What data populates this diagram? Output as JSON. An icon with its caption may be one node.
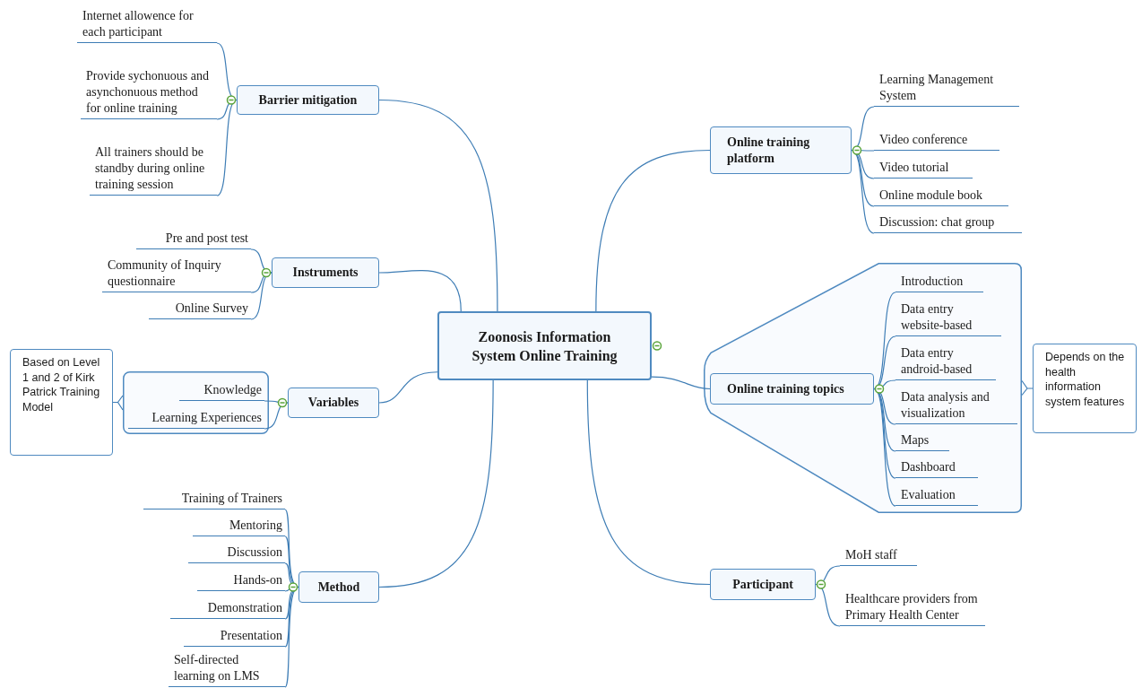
{
  "diagram": {
    "nodes": [
      {
        "text": [
          "Zoonosis Information System Online Training"
        ]
      },
      {
        "text": [
          "Barrier mitigation"
        ]
      },
      {
        "text": [
          "Internet allowence for each participant"
        ]
      },
      {
        "text": [
          "Provide sychonuous and asynchonuous method for online training"
        ]
      },
      {
        "text": [
          "All trainers should be standby during online training session"
        ]
      },
      {
        "text": [
          "Instruments"
        ]
      },
      {
        "text": [
          "Pre and post test"
        ]
      },
      {
        "text": [
          "Community of Inquiry questionnaire"
        ]
      },
      {
        "text": [
          "Online Survey"
        ]
      },
      {
        "text": [
          "Variables"
        ]
      },
      {
        "text": [],
        "shape": "box"
      },
      {
        "text": [
          "Knowledge"
        ],
        "in": 10
      },
      {
        "text": [
          "Learning Experiences"
        ],
        "in": 10
      },
      {
        "text": [
          "Based on Level 1 and 2 of Kirk Patrick Training Model"
        ]
      },
      {
        "text": [
          "Method"
        ]
      },
      {
        "text": [
          "Training of Trainers"
        ]
      },
      {
        "text": [
          "Mentoring"
        ]
      },
      {
        "text": [
          "Discussion"
        ]
      },
      {
        "text": [
          "Hands-on"
        ]
      },
      {
        "text": [
          "Demonstration"
        ]
      },
      {
        "text": [
          "Presentation"
        ]
      },
      {
        "text": [
          "Self-directed learning on LMS"
        ]
      },
      {
        "text": [
          "Online training platform"
        ]
      },
      {
        "text": [
          "Learning Management System"
        ]
      },
      {
        "text": [
          "Video conference"
        ]
      },
      {
        "text": [
          "Video tutorial"
        ]
      },
      {
        "text": [
          "Online module book"
        ]
      },
      {
        "text": [
          "Discussion: chat group"
        ]
      },
      {
        "text": [],
        "shape": "hexagon"
      },
      {
        "text": [
          "Online training topics"
        ],
        "in": 28
      },
      {
        "text": [
          "Introduction"
        ],
        "in": 28
      },
      {
        "text": [
          "Data entry website-based"
        ],
        "in": 28
      },
      {
        "text": [
          "Data entry android-based"
        ],
        "in": 28
      },
      {
        "text": [
          "Data analysis and visualization"
        ],
        "in": 28
      },
      {
        "text": [
          "Maps"
        ],
        "in": 28
      },
      {
        "text": [
          "Dashboard"
        ],
        "in": 28
      },
      {
        "text": [
          "Evaluation"
        ],
        "in": 28
      },
      {
        "text": [
          "Depends on the health information system features"
        ]
      },
      {
        "text": [
          "Participant"
        ]
      },
      {
        "text": [
          "MoH staff"
        ]
      },
      {
        "text": [
          "Healthcare providers from Primary Health Center"
        ]
      }
    ],
    "edges": [
      {
        "from": 0,
        "to": 1,
        "arrow": "none"
      },
      {
        "from": 1,
        "to": 2,
        "arrow": "none"
      },
      {
        "from": 1,
        "to": 3,
        "arrow": "none"
      },
      {
        "from": 1,
        "to": 4,
        "arrow": "none"
      },
      {
        "from": 0,
        "to": 5,
        "arrow": "none"
      },
      {
        "from": 5,
        "to": 6,
        "arrow": "none"
      },
      {
        "from": 5,
        "to": 7,
        "arrow": "none"
      },
      {
        "from": 5,
        "to": 8,
        "arrow": "none"
      },
      {
        "from": 0,
        "to": 9,
        "arrow": "none"
      },
      {
        "from": 9,
        "to": 11,
        "arrow": "none"
      },
      {
        "from": 9,
        "to": 12,
        "arrow": "none"
      },
      {
        "from": 13,
        "to": 10,
        "arrow": "none"
      },
      {
        "from": 0,
        "to": 14,
        "arrow": "none"
      },
      {
        "from": 14,
        "to": 15,
        "arrow": "none"
      },
      {
        "from": 14,
        "to": 16,
        "arrow": "none"
      },
      {
        "from": 14,
        "to": 17,
        "arrow": "none"
      },
      {
        "from": 14,
        "to": 18,
        "arrow": "none"
      },
      {
        "from": 14,
        "to": 19,
        "arrow": "none"
      },
      {
        "from": 14,
        "to": 20,
        "arrow": "none"
      },
      {
        "from": 14,
        "to": 21,
        "arrow": "none"
      },
      {
        "from": 0,
        "to": 22,
        "arrow": "none"
      },
      {
        "from": 22,
        "to": 23,
        "arrow": "none"
      },
      {
        "from": 22,
        "to": 24,
        "arrow": "none"
      },
      {
        "from": 22,
        "to": 25,
        "arrow": "none"
      },
      {
        "from": 22,
        "to": 26,
        "arrow": "none"
      },
      {
        "from": 22,
        "to": 27,
        "arrow": "none"
      },
      {
        "from": 0,
        "to": 29,
        "arrow": "none"
      },
      {
        "from": 29,
        "to": 30,
        "arrow": "none"
      },
      {
        "from": 29,
        "to": 31,
        "arrow": "none"
      },
      {
        "from": 29,
        "to": 32,
        "arrow": "none"
      },
      {
        "from": 29,
        "to": 33,
        "arrow": "none"
      },
      {
        "from": 29,
        "to": 34,
        "arrow": "none"
      },
      {
        "from": 29,
        "to": 35,
        "arrow": "none"
      },
      {
        "from": 29,
        "to": 36,
        "arrow": "none"
      },
      {
        "from": 37,
        "to": 28,
        "arrow": "none"
      },
      {
        "from": 0,
        "to": 38,
        "arrow": "none"
      },
      {
        "from": 38,
        "to": 39,
        "arrow": "none"
      },
      {
        "from": 38,
        "to": 40,
        "arrow": "none"
      }
    ]
  }
}
